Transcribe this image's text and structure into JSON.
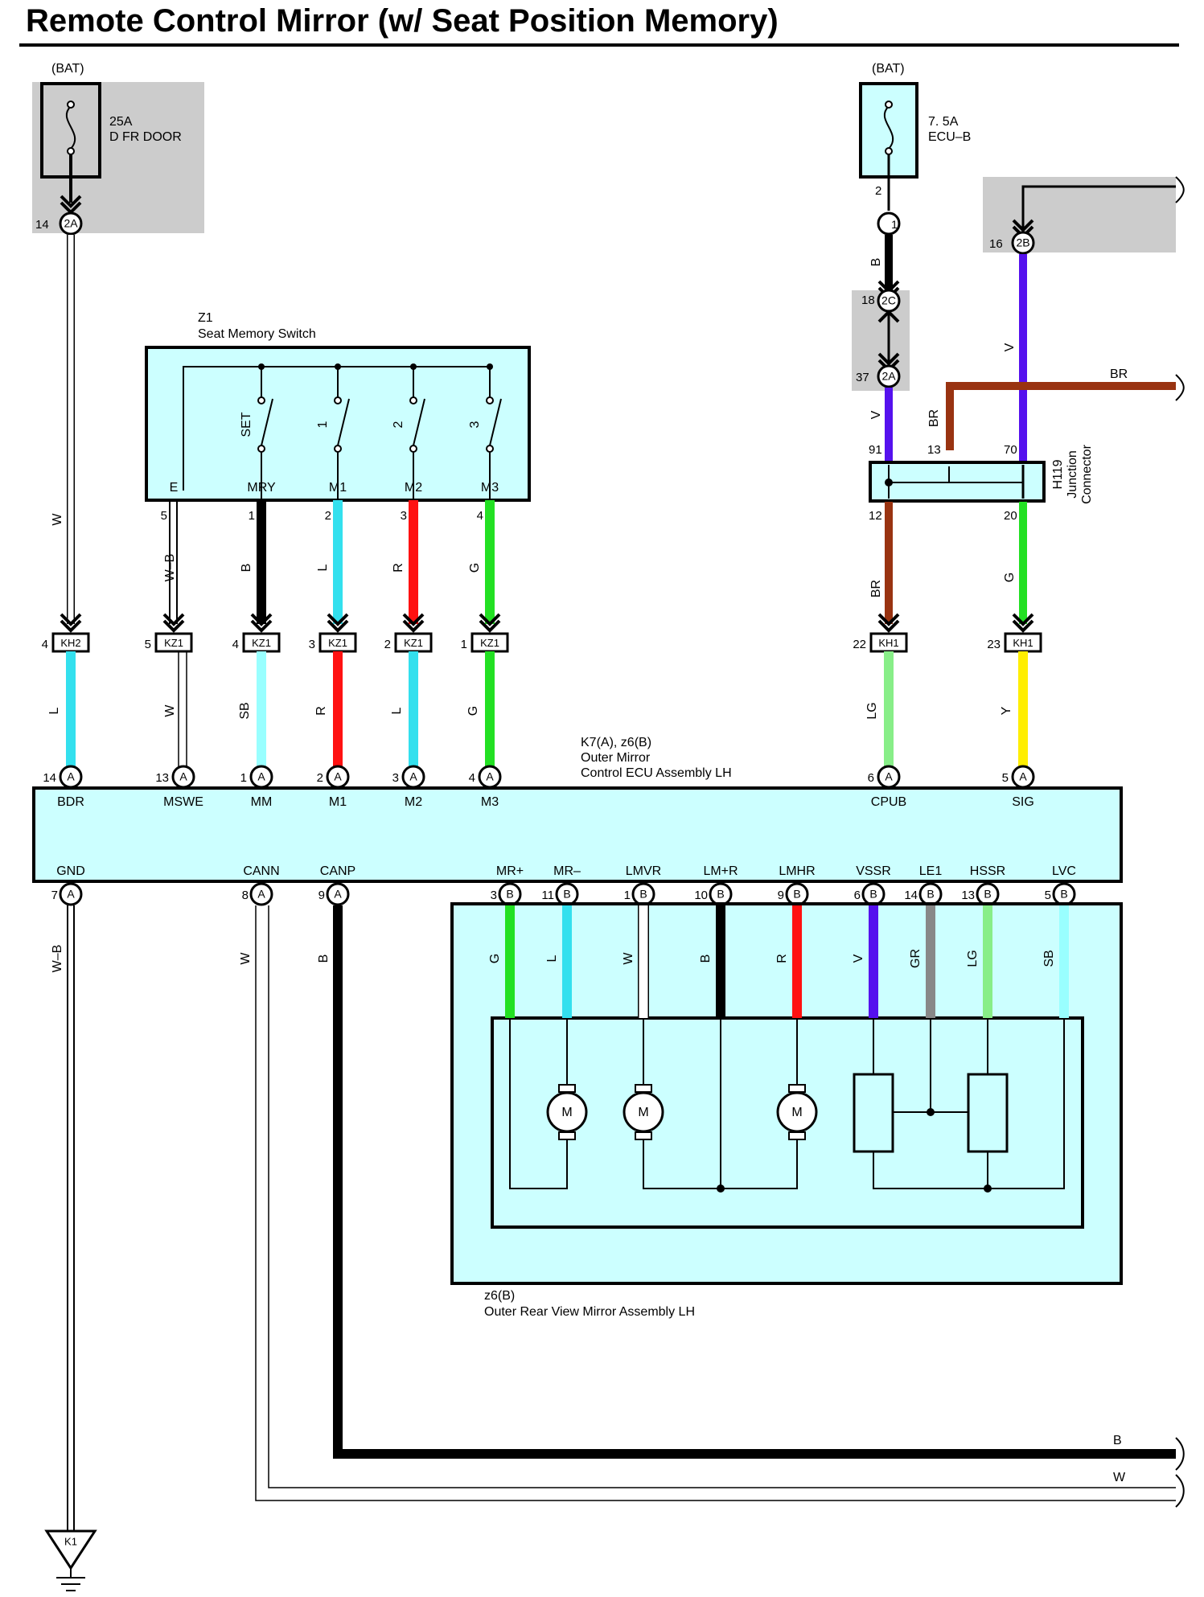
{
  "title": "Remote Control Mirror (w/ Seat Position Memory)",
  "colors": {
    "box_fill": "#ccffff",
    "shade": "#cccccc",
    "B": "#000000",
    "W": "#ffffff",
    "L": "#33e0ee",
    "R": "#ff1111",
    "G": "#22e022",
    "SB": "#99ffff",
    "LG": "#88ee88",
    "BR": "#993311",
    "V": "#5511ee",
    "Y": "#ffee00",
    "GR": "#888888"
  },
  "fuses": [
    {
      "id": "fuse-25a",
      "source": "(BAT)",
      "rating": "25A",
      "name": "D FR DOOR",
      "out_pin": "14",
      "connector": "2A"
    },
    {
      "id": "fuse-7-5a",
      "source": "(BAT)",
      "rating": "7. 5A",
      "name": "ECU–B",
      "out_pin": "2"
    }
  ],
  "junction_connectors": [
    {
      "pin": "1",
      "code": ""
    },
    {
      "pin": "18",
      "code": "2C"
    },
    {
      "pin": "37",
      "code": "2A"
    },
    {
      "pin": "16",
      "code": "2B"
    }
  ],
  "seat_switch": {
    "code": "Z1",
    "name": "Seat Memory Switch",
    "switches": [
      "SET",
      "1",
      "2",
      "3"
    ],
    "terminals": [
      {
        "name": "E",
        "pin": "5",
        "wire": "W–B"
      },
      {
        "name": "MRY",
        "pin": "1",
        "wire": "B"
      },
      {
        "name": "M1",
        "pin": "2",
        "wire": "L"
      },
      {
        "name": "M2",
        "pin": "3",
        "wire": "R"
      },
      {
        "name": "M3",
        "pin": "4",
        "wire": "G"
      }
    ]
  },
  "junction": {
    "code": "H119",
    "name_line1": "Junction",
    "name_line2": "Connector",
    "pins": {
      "in_left": "91",
      "in_mid": "13",
      "in_right": "70",
      "out_left": "12",
      "out_right": "20"
    }
  },
  "inline_connectors": [
    {
      "pin": "4",
      "code": "KH2",
      "wire_in": "W",
      "wire_out": "L"
    },
    {
      "pin": "5",
      "code": "KZ1",
      "wire_in": "W–B",
      "wire_out": "W"
    },
    {
      "pin": "4",
      "code": "KZ1",
      "wire_in": "B",
      "wire_out": "SB"
    },
    {
      "pin": "3",
      "code": "KZ1",
      "wire_in": "L",
      "wire_out": "R"
    },
    {
      "pin": "2",
      "code": "KZ1",
      "wire_in": "R",
      "wire_out": "L"
    },
    {
      "pin": "1",
      "code": "KZ1",
      "wire_in": "G",
      "wire_out": "G"
    },
    {
      "pin": "22",
      "code": "KH1",
      "wire_in": "BR",
      "wire_out": "LG"
    },
    {
      "pin": "23",
      "code": "KH1",
      "wire_in": "G",
      "wire_out": "Y"
    }
  ],
  "wires_top": {
    "left_v": "V",
    "right_v": "V",
    "br": "BR",
    "br_label": "BR",
    "ecu_b": "B"
  },
  "ecu": {
    "code": "K7(A), z6(B)",
    "name_line1": "Outer Mirror",
    "name_line2": "Control ECU Assembly LH",
    "top_terminals": [
      {
        "name": "BDR",
        "pin": "14",
        "conn": "A"
      },
      {
        "name": "MSWE",
        "pin": "13",
        "conn": "A"
      },
      {
        "name": "MM",
        "pin": "1",
        "conn": "A"
      },
      {
        "name": "M1",
        "pin": "2",
        "conn": "A"
      },
      {
        "name": "M2",
        "pin": "3",
        "conn": "A"
      },
      {
        "name": "M3",
        "pin": "4",
        "conn": "A"
      },
      {
        "name": "CPUB",
        "pin": "6",
        "conn": "A"
      },
      {
        "name": "SIG",
        "pin": "5",
        "conn": "A"
      }
    ],
    "bottom_terminals": [
      {
        "name": "GND",
        "pin": "7",
        "conn": "A",
        "wire": "W–B"
      },
      {
        "name": "CANN",
        "pin": "8",
        "conn": "A",
        "wire": "W"
      },
      {
        "name": "CANP",
        "pin": "9",
        "conn": "A",
        "wire": "B"
      },
      {
        "name": "MR+",
        "pin": "3",
        "conn": "B",
        "wire": "G"
      },
      {
        "name": "MR–",
        "pin": "11",
        "conn": "B",
        "wire": "L"
      },
      {
        "name": "LMVR",
        "pin": "1",
        "conn": "B",
        "wire": "W"
      },
      {
        "name": "LM+R",
        "pin": "10",
        "conn": "B",
        "wire": "B"
      },
      {
        "name": "LMHR",
        "pin": "9",
        "conn": "B",
        "wire": "R"
      },
      {
        "name": "VSSR",
        "pin": "6",
        "conn": "B",
        "wire": "V"
      },
      {
        "name": "LE1",
        "pin": "14",
        "conn": "B",
        "wire": "GR"
      },
      {
        "name": "HSSR",
        "pin": "13",
        "conn": "B",
        "wire": "LG"
      },
      {
        "name": "LVC",
        "pin": "5",
        "conn": "B",
        "wire": "SB"
      }
    ]
  },
  "mirror": {
    "code": "z6(B)",
    "name": "Outer Rear View Mirror Assembly LH",
    "motor_label": "M"
  },
  "can_wires": {
    "b_label": "B",
    "w_label": "W"
  },
  "ground": {
    "code": "K1"
  }
}
